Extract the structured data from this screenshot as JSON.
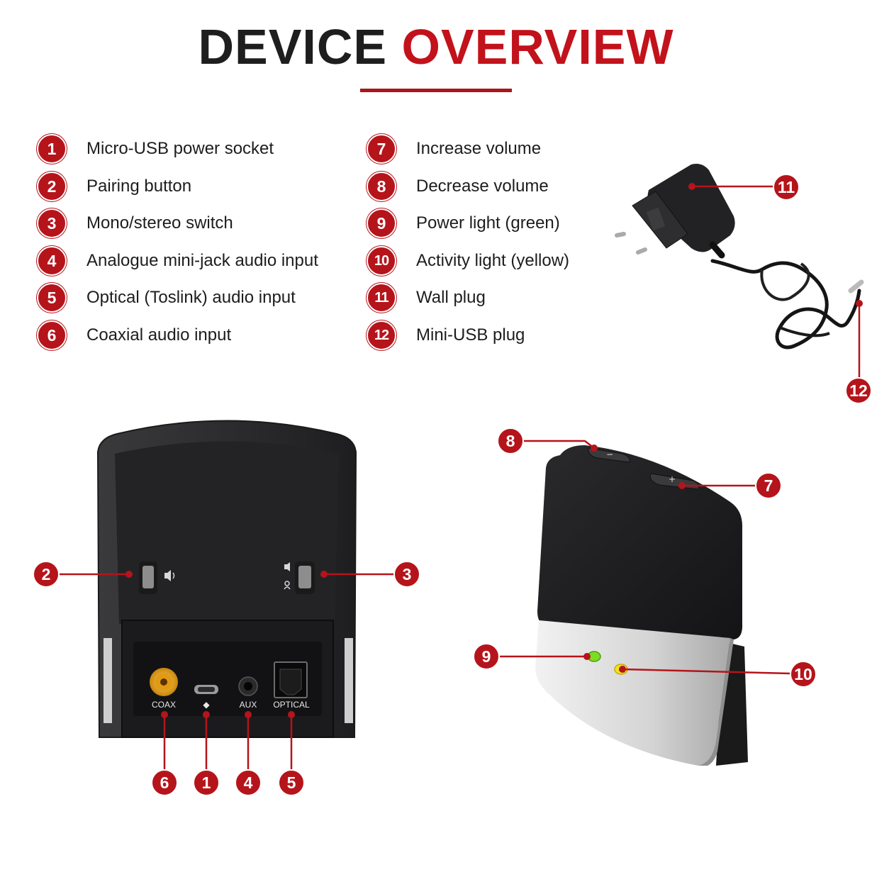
{
  "title": {
    "word1": "DEVICE",
    "word2": "OVERVIEW"
  },
  "colors": {
    "accent": "#c2121b",
    "badge": "#b5141b",
    "device": "#2b2b2d"
  },
  "legend_left": [
    {
      "num": "1",
      "label": "Micro-USB power socket"
    },
    {
      "num": "2",
      "label": "Pairing button"
    },
    {
      "num": "3",
      "label": "Mono/stereo switch"
    },
    {
      "num": "4",
      "label": "Analogue mini-jack audio input"
    },
    {
      "num": "5",
      "label": "Optical (Toslink) audio input"
    },
    {
      "num": "6",
      "label": "Coaxial audio input"
    }
  ],
  "legend_right": [
    {
      "num": "7",
      "label": "Increase volume"
    },
    {
      "num": "8",
      "label": "Decrease volume"
    },
    {
      "num": "9",
      "label": "Power light (green)"
    },
    {
      "num": "10",
      "label": "Activity light (yellow)"
    },
    {
      "num": "11",
      "label": "Wall plug"
    },
    {
      "num": "12",
      "label": "Mini-USB plug"
    }
  ],
  "ports": {
    "coax": "COAX",
    "usb": "◆",
    "aux": "AUX",
    "optical": "OPTICAL"
  },
  "buttons": {
    "minus": "−",
    "plus": "+"
  },
  "callouts": {
    "c1": "1",
    "c2": "2",
    "c3": "3",
    "c4": "4",
    "c5": "5",
    "c6": "6",
    "c7": "7",
    "c8": "8",
    "c9": "9",
    "c10": "10",
    "c11": "11",
    "c12": "12"
  }
}
